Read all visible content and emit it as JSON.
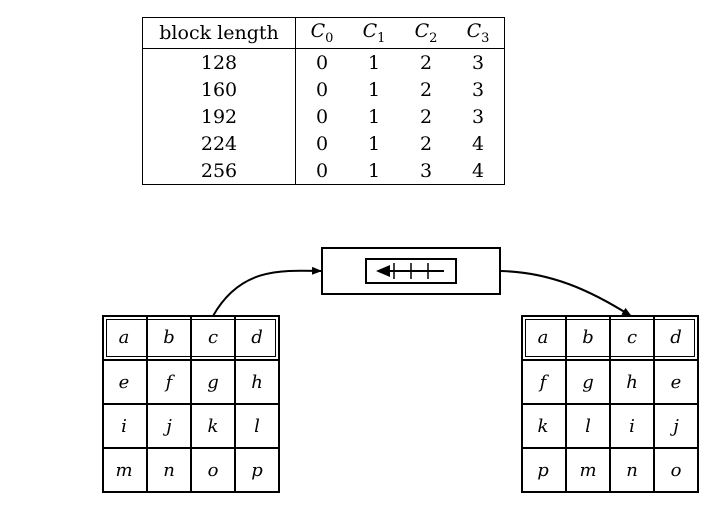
{
  "table": {
    "header_label": "block length",
    "shift_headers": [
      {
        "sym": "C",
        "sub": "0"
      },
      {
        "sym": "C",
        "sub": "1"
      },
      {
        "sym": "C",
        "sub": "2"
      },
      {
        "sym": "C",
        "sub": "3"
      }
    ],
    "rows": [
      {
        "block_length": "128",
        "shifts": [
          "0",
          "1",
          "2",
          "3"
        ]
      },
      {
        "block_length": "160",
        "shifts": [
          "0",
          "1",
          "2",
          "3"
        ]
      },
      {
        "block_length": "192",
        "shifts": [
          "0",
          "1",
          "2",
          "3"
        ]
      },
      {
        "block_length": "224",
        "shifts": [
          "0",
          "1",
          "2",
          "4"
        ]
      },
      {
        "block_length": "256",
        "shifts": [
          "0",
          "1",
          "3",
          "4"
        ]
      }
    ]
  },
  "left_grid": {
    "rows": [
      [
        "a",
        "b",
        "c",
        "d"
      ],
      [
        "e",
        "f",
        "g",
        "h"
      ],
      [
        "i",
        "j",
        "k",
        "l"
      ],
      [
        "m",
        "n",
        "o",
        "p"
      ]
    ]
  },
  "right_grid": {
    "rows": [
      [
        "a",
        "b",
        "c",
        "d"
      ],
      [
        "f",
        "g",
        "h",
        "e"
      ],
      [
        "k",
        "l",
        "i",
        "j"
      ],
      [
        "p",
        "m",
        "n",
        "o"
      ]
    ]
  },
  "shift_operator_icon": "shift-left-register-icon"
}
